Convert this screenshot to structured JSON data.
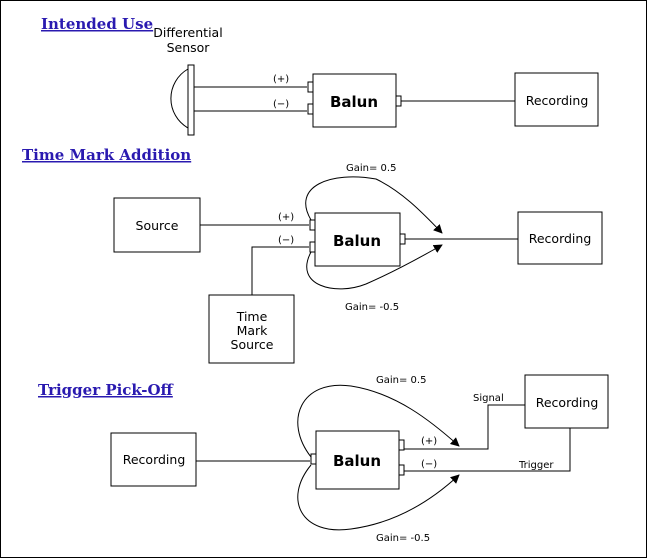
{
  "sections": {
    "intended_use": "Intended Use",
    "time_mark": "Time Mark Addition",
    "trigger": "Trigger Pick-Off"
  },
  "diagram1": {
    "sensor_line1": "Differential",
    "sensor_line2": "Sensor",
    "plus": "(+)",
    "minus": "(−)",
    "balun": "Balun",
    "recording": "Recording"
  },
  "diagram2": {
    "source": "Source",
    "plus": "(+)",
    "minus": "(−)",
    "balun": "Balun",
    "recording": "Recording",
    "gain_top": "Gain= 0.5",
    "gain_bottom": "Gain= -0.5",
    "tm_line1": "Time",
    "tm_line2": "Mark",
    "tm_line3": "Source"
  },
  "diagram3": {
    "recording_left": "Recording",
    "balun": "Balun",
    "recording_right": "Recording",
    "gain_top": "Gain= 0.5",
    "gain_bottom": "Gain= -0.5",
    "plus": "(+)",
    "minus": "(−)",
    "signal": "Signal",
    "trigger": "Trigger"
  }
}
